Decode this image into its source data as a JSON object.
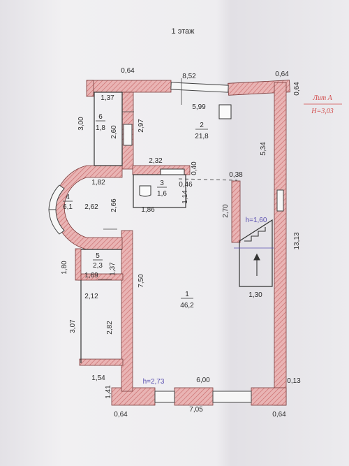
{
  "title": "1 этаж",
  "litera": {
    "name": "Лит А",
    "height": "H=3,03"
  },
  "rooms": [
    {
      "number": "1",
      "area": "46,2"
    },
    {
      "number": "2",
      "area": "21,8"
    },
    {
      "number": "3",
      "area": "1,6"
    },
    {
      "number": "4",
      "area": "6,1"
    },
    {
      "number": "5",
      "area": "2,3"
    },
    {
      "number": "6",
      "area": "1,8"
    }
  ],
  "heights": {
    "stair": "h=1,60",
    "main": "h=2,73"
  },
  "dimensions": {
    "top_left_wall": "0,64",
    "top_total": "8,52",
    "top_right_wall": "0,64",
    "right_corner": "0,64",
    "room2_width": "5,99",
    "room6_width": "1,37",
    "room6_height": "3,00",
    "room6_inner": "2,60",
    "room2_left": "2,97",
    "right_top": "5,34",
    "room3_width": "2,32",
    "dim_040": "0,40",
    "dim_046": "0,46",
    "dim_114": "1,14",
    "dim_038": "0,38",
    "room4_width": "1,82",
    "room4_depth": "2,62",
    "room4_height": "2,66",
    "room3_bottom": "1,86",
    "stair_side": "2,70",
    "right_total": "13,13",
    "left_180": "1,80",
    "room5_height": "1,37",
    "room5_width": "1,69",
    "dim_212": "2,12",
    "room1_height": "7,50",
    "stair_width": "1,30",
    "left_307": "3,07",
    "left_282": "2,82",
    "bottom_154": "1,54",
    "bottom_141": "1,41",
    "bottom_inner": "6,00",
    "bottom_right": "0,13",
    "bottom_left_wall": "0,64",
    "bottom_total": "7,05",
    "bottom_right_wall": "0,64"
  }
}
